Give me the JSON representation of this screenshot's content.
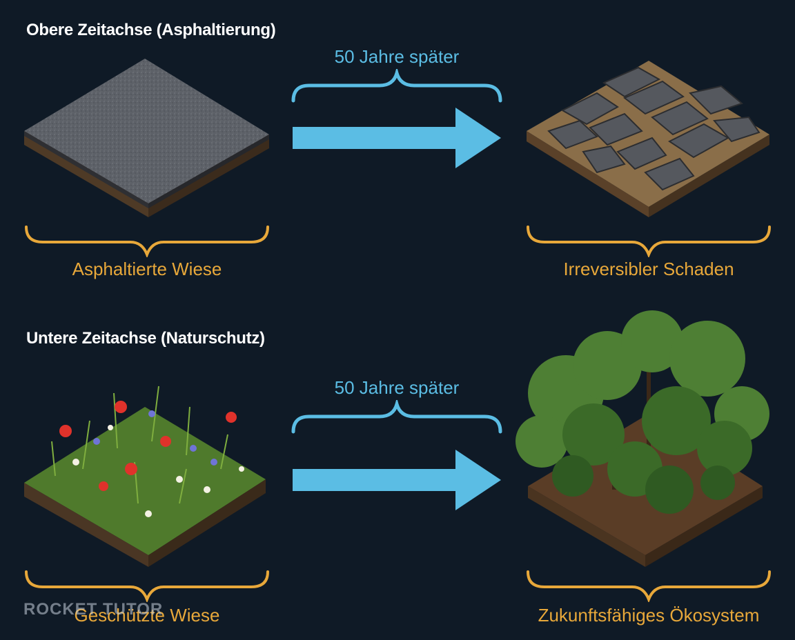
{
  "top": {
    "heading": "Obere Zeitachse (Asphaltierung)",
    "arrow_label": "50 Jahre später",
    "left_label": "Asphaltierte Wiese",
    "right_label": "Irreversibler Schaden"
  },
  "bottom": {
    "heading": "Untere Zeitachse (Naturschutz)",
    "arrow_label": "50 Jahre später",
    "left_label": "Geschützte Wiese",
    "right_label": "Zukunftsfähiges Ökosystem"
  },
  "watermark": "ROCKET TUTOR",
  "colors": {
    "background": "#0f1a26",
    "arrow": "#5bbde4",
    "brace_gold": "#e8a83a",
    "heading": "#ffffff"
  }
}
